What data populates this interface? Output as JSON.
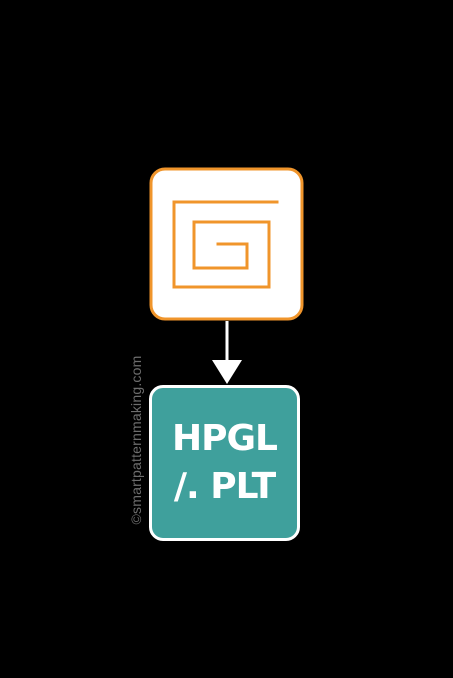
{
  "watermark": "©smartpatternmaking.com",
  "output_node": {
    "line1": "HPGL",
    "line2": "/. PLT"
  },
  "colors": {
    "background": "#000000",
    "icon_border": "#f0952b",
    "icon_fill": "#ffffff",
    "output_fill": "#3fa09c",
    "output_border": "#ffffff",
    "arrow": "#ffffff",
    "watermark": "#6e6e6e"
  },
  "icons": [
    "spiral-pattern-icon"
  ]
}
